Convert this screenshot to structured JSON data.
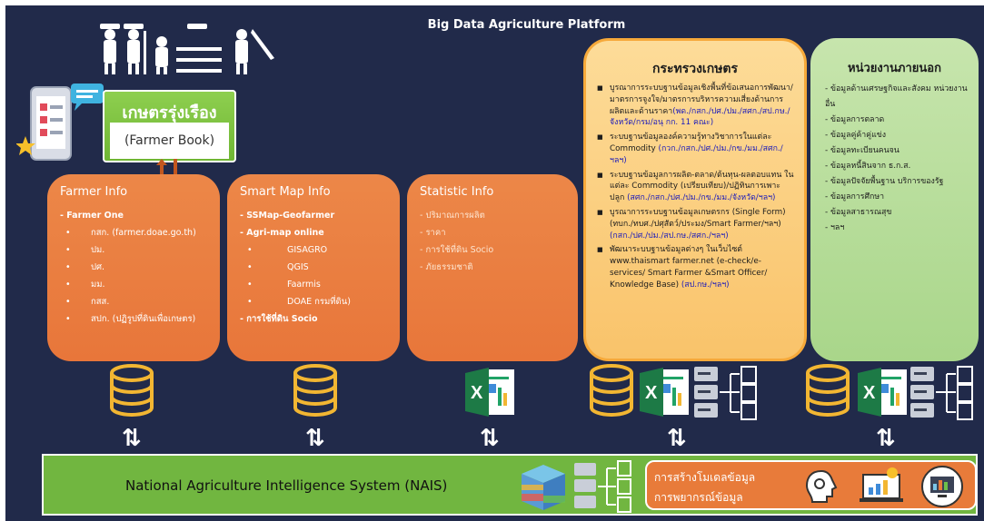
{
  "title": "Big Data Agriculture Platform",
  "farmer_book": {
    "title": "เกษตรรุ่งเรือง",
    "subtitle": "(Farmer Book)"
  },
  "farmer_info": {
    "title": "Farmer Info",
    "items": [
      {
        "text": "- Farmer One",
        "kind": "bold"
      },
      {
        "text": "กสก. (farmer.doae.go.th)",
        "kind": "dot"
      },
      {
        "text": "ปม.",
        "kind": "dot"
      },
      {
        "text": "ปศ.",
        "kind": "dot"
      },
      {
        "text": "มม.",
        "kind": "dot"
      },
      {
        "text": "กสส.",
        "kind": "dot"
      },
      {
        "text": "สปก. (ปฏิรูปที่ดินเพื่อเกษตร)",
        "kind": "dot"
      }
    ]
  },
  "smart_map": {
    "title": "Smart Map Info",
    "items": [
      {
        "text": "- SSMap-Geofarmer",
        "kind": "bold"
      },
      {
        "text": "- Agri-map online",
        "kind": "bold"
      },
      {
        "text": "GISAGRO",
        "kind": "sub"
      },
      {
        "text": "QGIS",
        "kind": "sub"
      },
      {
        "text": "Faarmis",
        "kind": "sub"
      },
      {
        "text": "DOAE กรมที่ดิน)",
        "kind": "sub"
      },
      {
        "text": "- การใช้ที่ดิน Socio",
        "kind": "bold"
      }
    ]
  },
  "statistic": {
    "title": "Statistic Info",
    "items": [
      {
        "text": "- ปริมาณการผลิต"
      },
      {
        "text": "- ราคา"
      },
      {
        "text": "- การใช้ที่ดิน Socio"
      },
      {
        "text": "- ภัยธรรมชาติ"
      }
    ]
  },
  "ministry": {
    "title": "กระทรวงเกษตร",
    "items": [
      {
        "text": "บูรณาการระบบฐานข้อมูลเชิงพื้นที่ข้อเสนอการพัฒนา/มาตรการจูงใจ/มาตรการบริหารความเสี่ยงด้านการผลิตและด้านราคา",
        "blue": "(พด./กสก./ปศ./ปม./สศก./สป.กษ./จังหวัด/กรม/อนุ กก. 11 คณะ)"
      },
      {
        "text": "ระบบฐานข้อมูลองค์ความรู้ทางวิชาการในแต่ละ Commodity",
        "blue": "(กวก./กสก./ปศ./ปม./กข./มม./สศก./ฯลฯ)"
      },
      {
        "text": "ระบบฐานข้อมูลการผลิต-ตลาด/ต้นทุน-ผลตอบแทน ในแต่ละ Commodity (เปรียบเทียบ)/ปฏิทินการเพาะปลูก",
        "blue": "(สศก./กสก./ปศ./ปม./กข./มม./จังหวัด/ฯลฯ)"
      },
      {
        "text": "บูรณาการระบบฐานข้อมูลเกษตรกร (Single Form) (ทบก./ทบศ./ปศุสัตว์/ประมง/Smart Farmer/ฯลฯ)",
        "blue": "(กสก./ปศ./ปม./สป.กษ./สศก./ฯลฯ)"
      },
      {
        "text": "พัฒนาระบบฐานข้อมูลต่างๆ ในเว็บไซต์ www.thaismart farmer.net (e-check/e-services/ Smart Farmer &Smart Officer/ Knowledge Base)",
        "blue": "(สป.กษ./ฯลฯ)"
      }
    ]
  },
  "outside": {
    "title": "หน่วยงานภายนอก",
    "items": [
      "ข้อมูลด้านเศรษฐกิจและสังคม หน่วยงานอื่น",
      "ข้อมูลการตลาด",
      "ข้อมูลคู่ค้าคู่แข่ง",
      "ข้อมูลทะเบียนคนจน",
      "ข้อมูลหนี้สินจาก ธ.ก.ส.",
      "ข้อมูลปัจจัยพื้นฐาน บริการของรัฐ",
      "ข้อมูลการศึกษา",
      "ข้อมูลสาธารณสุข",
      "ฯลฯ"
    ]
  },
  "nais": {
    "label": "National Agriculture Intelligence System (NAIS)",
    "orange_line1": "การสร้างโมเดลข้อมูล",
    "orange_line2": "การพยากรณ์ข้อมูล"
  },
  "colors": {
    "background": "#212a4a",
    "orange": "#e8763a",
    "green": "#71b640",
    "ministry": "#f9c36a",
    "outside": "#a9d68a",
    "link_blue": "#1b1bbb"
  }
}
